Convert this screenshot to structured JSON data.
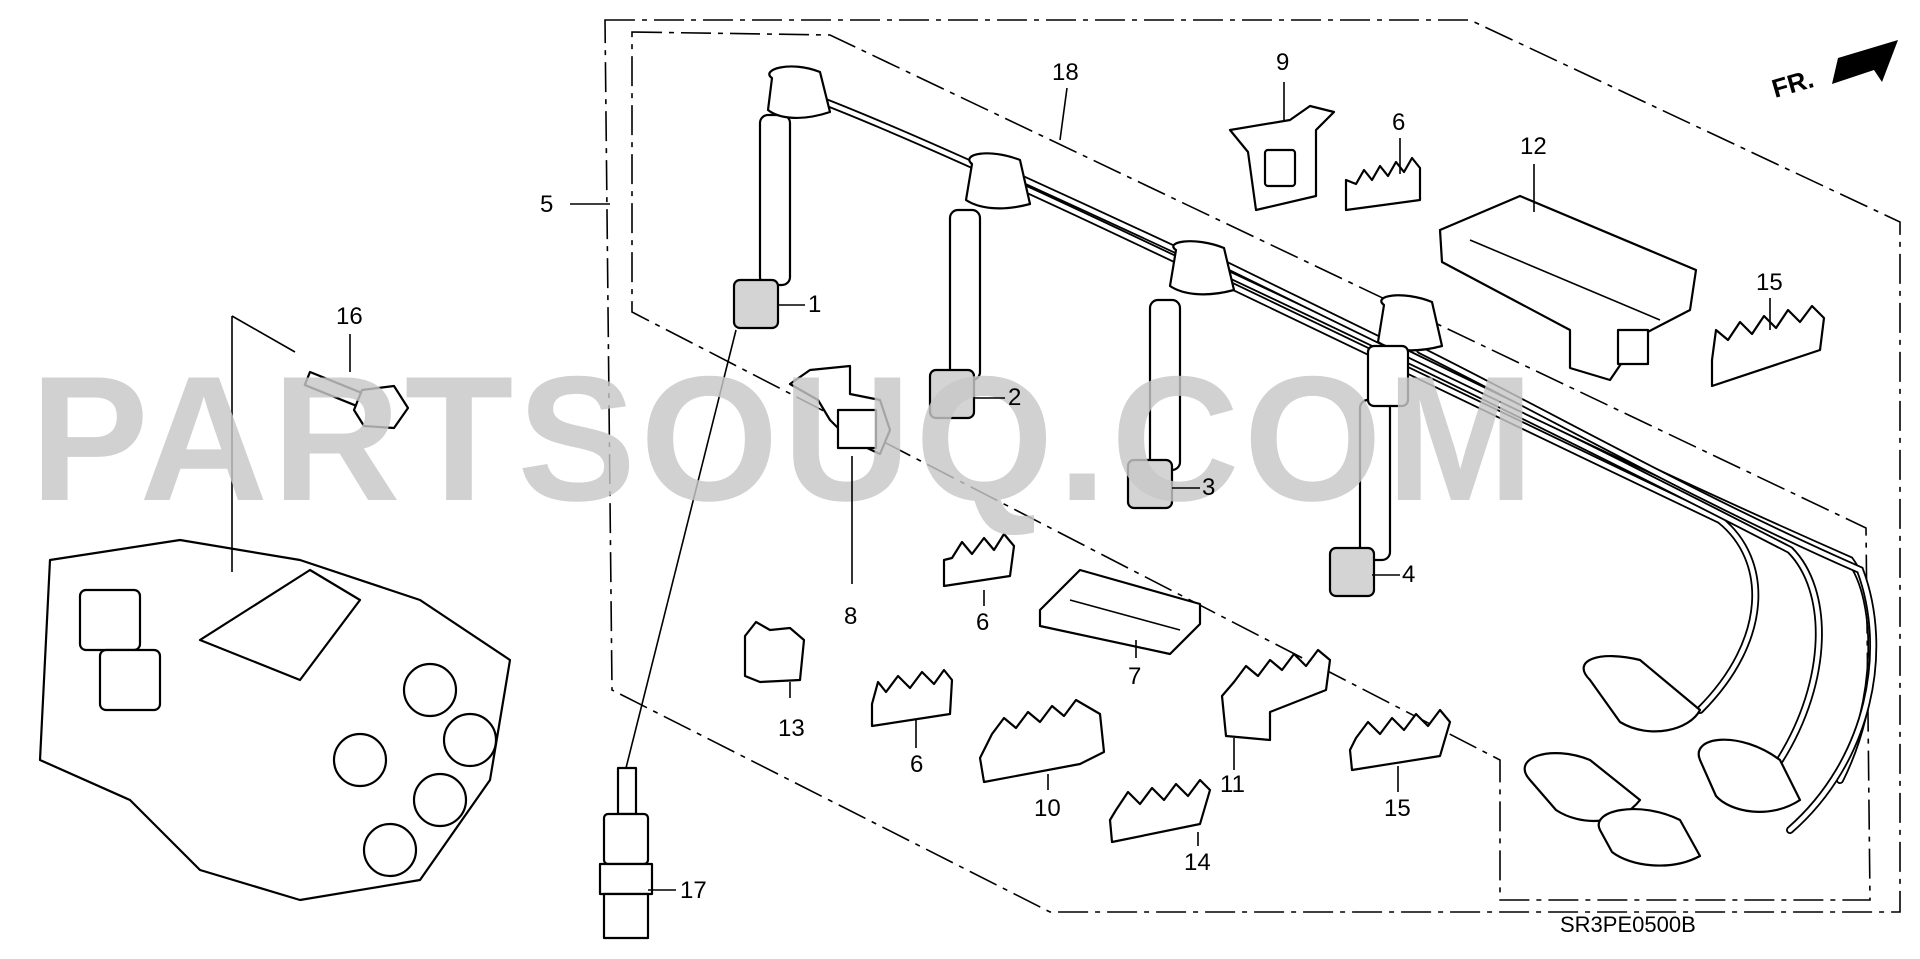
{
  "diagram": {
    "code": "SR3PE0500B",
    "direction_label": "FR.",
    "watermark": "PARTSOUQ.COM"
  },
  "callouts": [
    {
      "id": "c1",
      "text": "1"
    },
    {
      "id": "c2",
      "text": "2"
    },
    {
      "id": "c3",
      "text": "3"
    },
    {
      "id": "c4",
      "text": "4"
    },
    {
      "id": "c5",
      "text": "5"
    },
    {
      "id": "c6a",
      "text": "6"
    },
    {
      "id": "c6b",
      "text": "6"
    },
    {
      "id": "c6c",
      "text": "6"
    },
    {
      "id": "c7",
      "text": "7"
    },
    {
      "id": "c8",
      "text": "8"
    },
    {
      "id": "c9",
      "text": "9"
    },
    {
      "id": "c10",
      "text": "10"
    },
    {
      "id": "c11",
      "text": "11"
    },
    {
      "id": "c12",
      "text": "12"
    },
    {
      "id": "c13",
      "text": "13"
    },
    {
      "id": "c14",
      "text": "14"
    },
    {
      "id": "c15a",
      "text": "15"
    },
    {
      "id": "c15b",
      "text": "15"
    },
    {
      "id": "c16",
      "text": "16"
    },
    {
      "id": "c17",
      "text": "17"
    },
    {
      "id": "c18",
      "text": "18"
    }
  ]
}
